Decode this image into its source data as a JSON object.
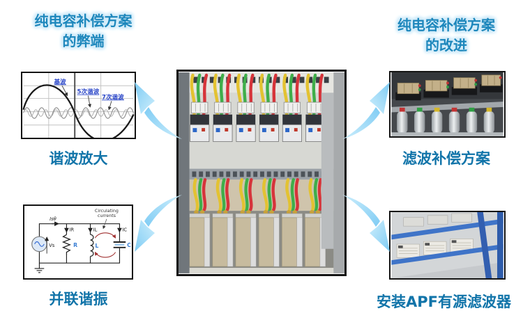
{
  "titles": {
    "top_left": {
      "line1": "纯电容补偿方案",
      "line2": "的弊端"
    },
    "top_right": {
      "line1": "纯电容补偿方案",
      "line2": "的改进"
    }
  },
  "captions": {
    "harmonic": "谐波放大",
    "resonance": "并联谐振",
    "filter": "滤波补偿方案",
    "apf": "安装APF有源滤波器"
  },
  "harmonic_chart": {
    "fundamental": "基波",
    "fifth_harmonic": "5次谐波",
    "seventh_harmonic": "7次谐波"
  },
  "circuit": {
    "note_line1": "Circulating",
    "note_line2": "currents",
    "source_voltage": "Vs",
    "source_current": "Isθ",
    "resistor_current": "IR",
    "inductor_current": "IL",
    "capacitor_current": "IC",
    "resistor": "R",
    "inductor": "L",
    "capacitor": "C"
  },
  "colors": {
    "title_blue": "#1d87bc",
    "title_halo": "#cfeaf8",
    "caption_blue": "#1174a9",
    "arrow_light": "#cdeefc",
    "arrow_deep": "#7fccf4",
    "wire_yellow": "#e3c231",
    "wire_green": "#3fae4a",
    "wire_red": "#d6343a"
  }
}
